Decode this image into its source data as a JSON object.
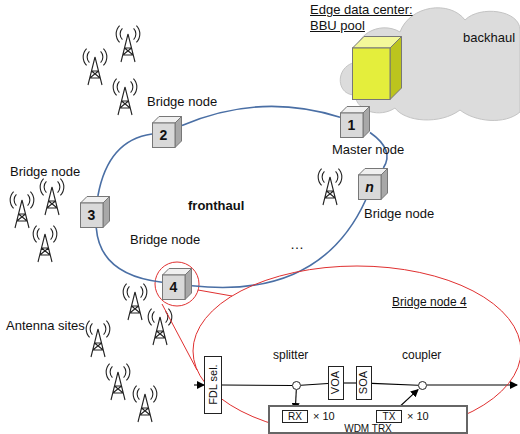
{
  "diagram": {
    "nodes": [
      {
        "text": [
          "backhaul"
        ]
      },
      {
        "text": [
          "Edge data center: BBU pool"
        ]
      },
      {
        "text": [
          "1",
          "Master node"
        ]
      },
      {
        "text": [
          "2",
          "Bridge node"
        ]
      },
      {
        "text": [
          "3",
          "Bridge node"
        ]
      },
      {
        "text": [
          "4",
          "Bridge node"
        ]
      },
      {
        "text": [
          "n",
          "Bridge node"
        ]
      },
      {
        "text": [
          "Bridge node 4"
        ]
      },
      {
        "text": [
          "FDL sel."
        ],
        "in": 7
      },
      {
        "text": [
          "splitter"
        ],
        "in": 7
      },
      {
        "text": [
          "VOA"
        ],
        "in": 7
      },
      {
        "text": [
          "SOA"
        ],
        "in": 7
      },
      {
        "text": [
          "coupler"
        ],
        "in": 7
      },
      {
        "text": [
          "WDM TRX"
        ],
        "in": 7
      },
      {
        "text": [
          "RX",
          "× 10"
        ],
        "in": 13
      },
      {
        "text": [
          "TX",
          "× 10"
        ],
        "in": 13
      }
    ],
    "edges": [
      {
        "from": 2,
        "to": 3,
        "arrow": "none"
      },
      {
        "from": 3,
        "to": 4,
        "arrow": "none"
      },
      {
        "from": 4,
        "to": 5,
        "arrow": "none"
      },
      {
        "from": 5,
        "to": 6,
        "arrow": "none"
      },
      {
        "from": 6,
        "to": 2,
        "arrow": "none"
      },
      {
        "from": 8,
        "to": 9,
        "arrow": "none"
      },
      {
        "from": 9,
        "to": 10,
        "arrow": "none"
      },
      {
        "from": 10,
        "to": 11,
        "arrow": "none"
      },
      {
        "from": 11,
        "to": 12,
        "arrow": "none"
      },
      {
        "from": 9,
        "to": 14,
        "arrow": "to"
      },
      {
        "from": 15,
        "to": 12,
        "arrow": "to"
      }
    ],
    "labels": [
      "fronthaul",
      "…",
      "Antenna sites"
    ]
  }
}
